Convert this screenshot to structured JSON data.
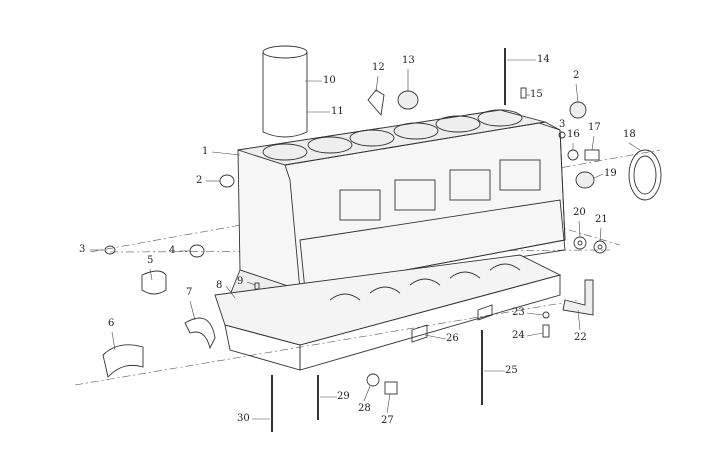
{
  "title": "Cylinder block exploded view",
  "callouts": [
    {
      "n": "1"
    },
    {
      "n": "2"
    },
    {
      "n": "2"
    },
    {
      "n": "3"
    },
    {
      "n": "3"
    },
    {
      "n": "4"
    },
    {
      "n": "5"
    },
    {
      "n": "6"
    },
    {
      "n": "7"
    },
    {
      "n": "8"
    },
    {
      "n": "9"
    },
    {
      "n": "10"
    },
    {
      "n": "11"
    },
    {
      "n": "12"
    },
    {
      "n": "13"
    },
    {
      "n": "14"
    },
    {
      "n": "15"
    },
    {
      "n": "16"
    },
    {
      "n": "17"
    },
    {
      "n": "18"
    },
    {
      "n": "19"
    },
    {
      "n": "20"
    },
    {
      "n": "21"
    },
    {
      "n": "22"
    },
    {
      "n": "23"
    },
    {
      "n": "24"
    },
    {
      "n": "25"
    },
    {
      "n": "26"
    },
    {
      "n": "27"
    },
    {
      "n": "28"
    },
    {
      "n": "29"
    },
    {
      "n": "30"
    }
  ]
}
